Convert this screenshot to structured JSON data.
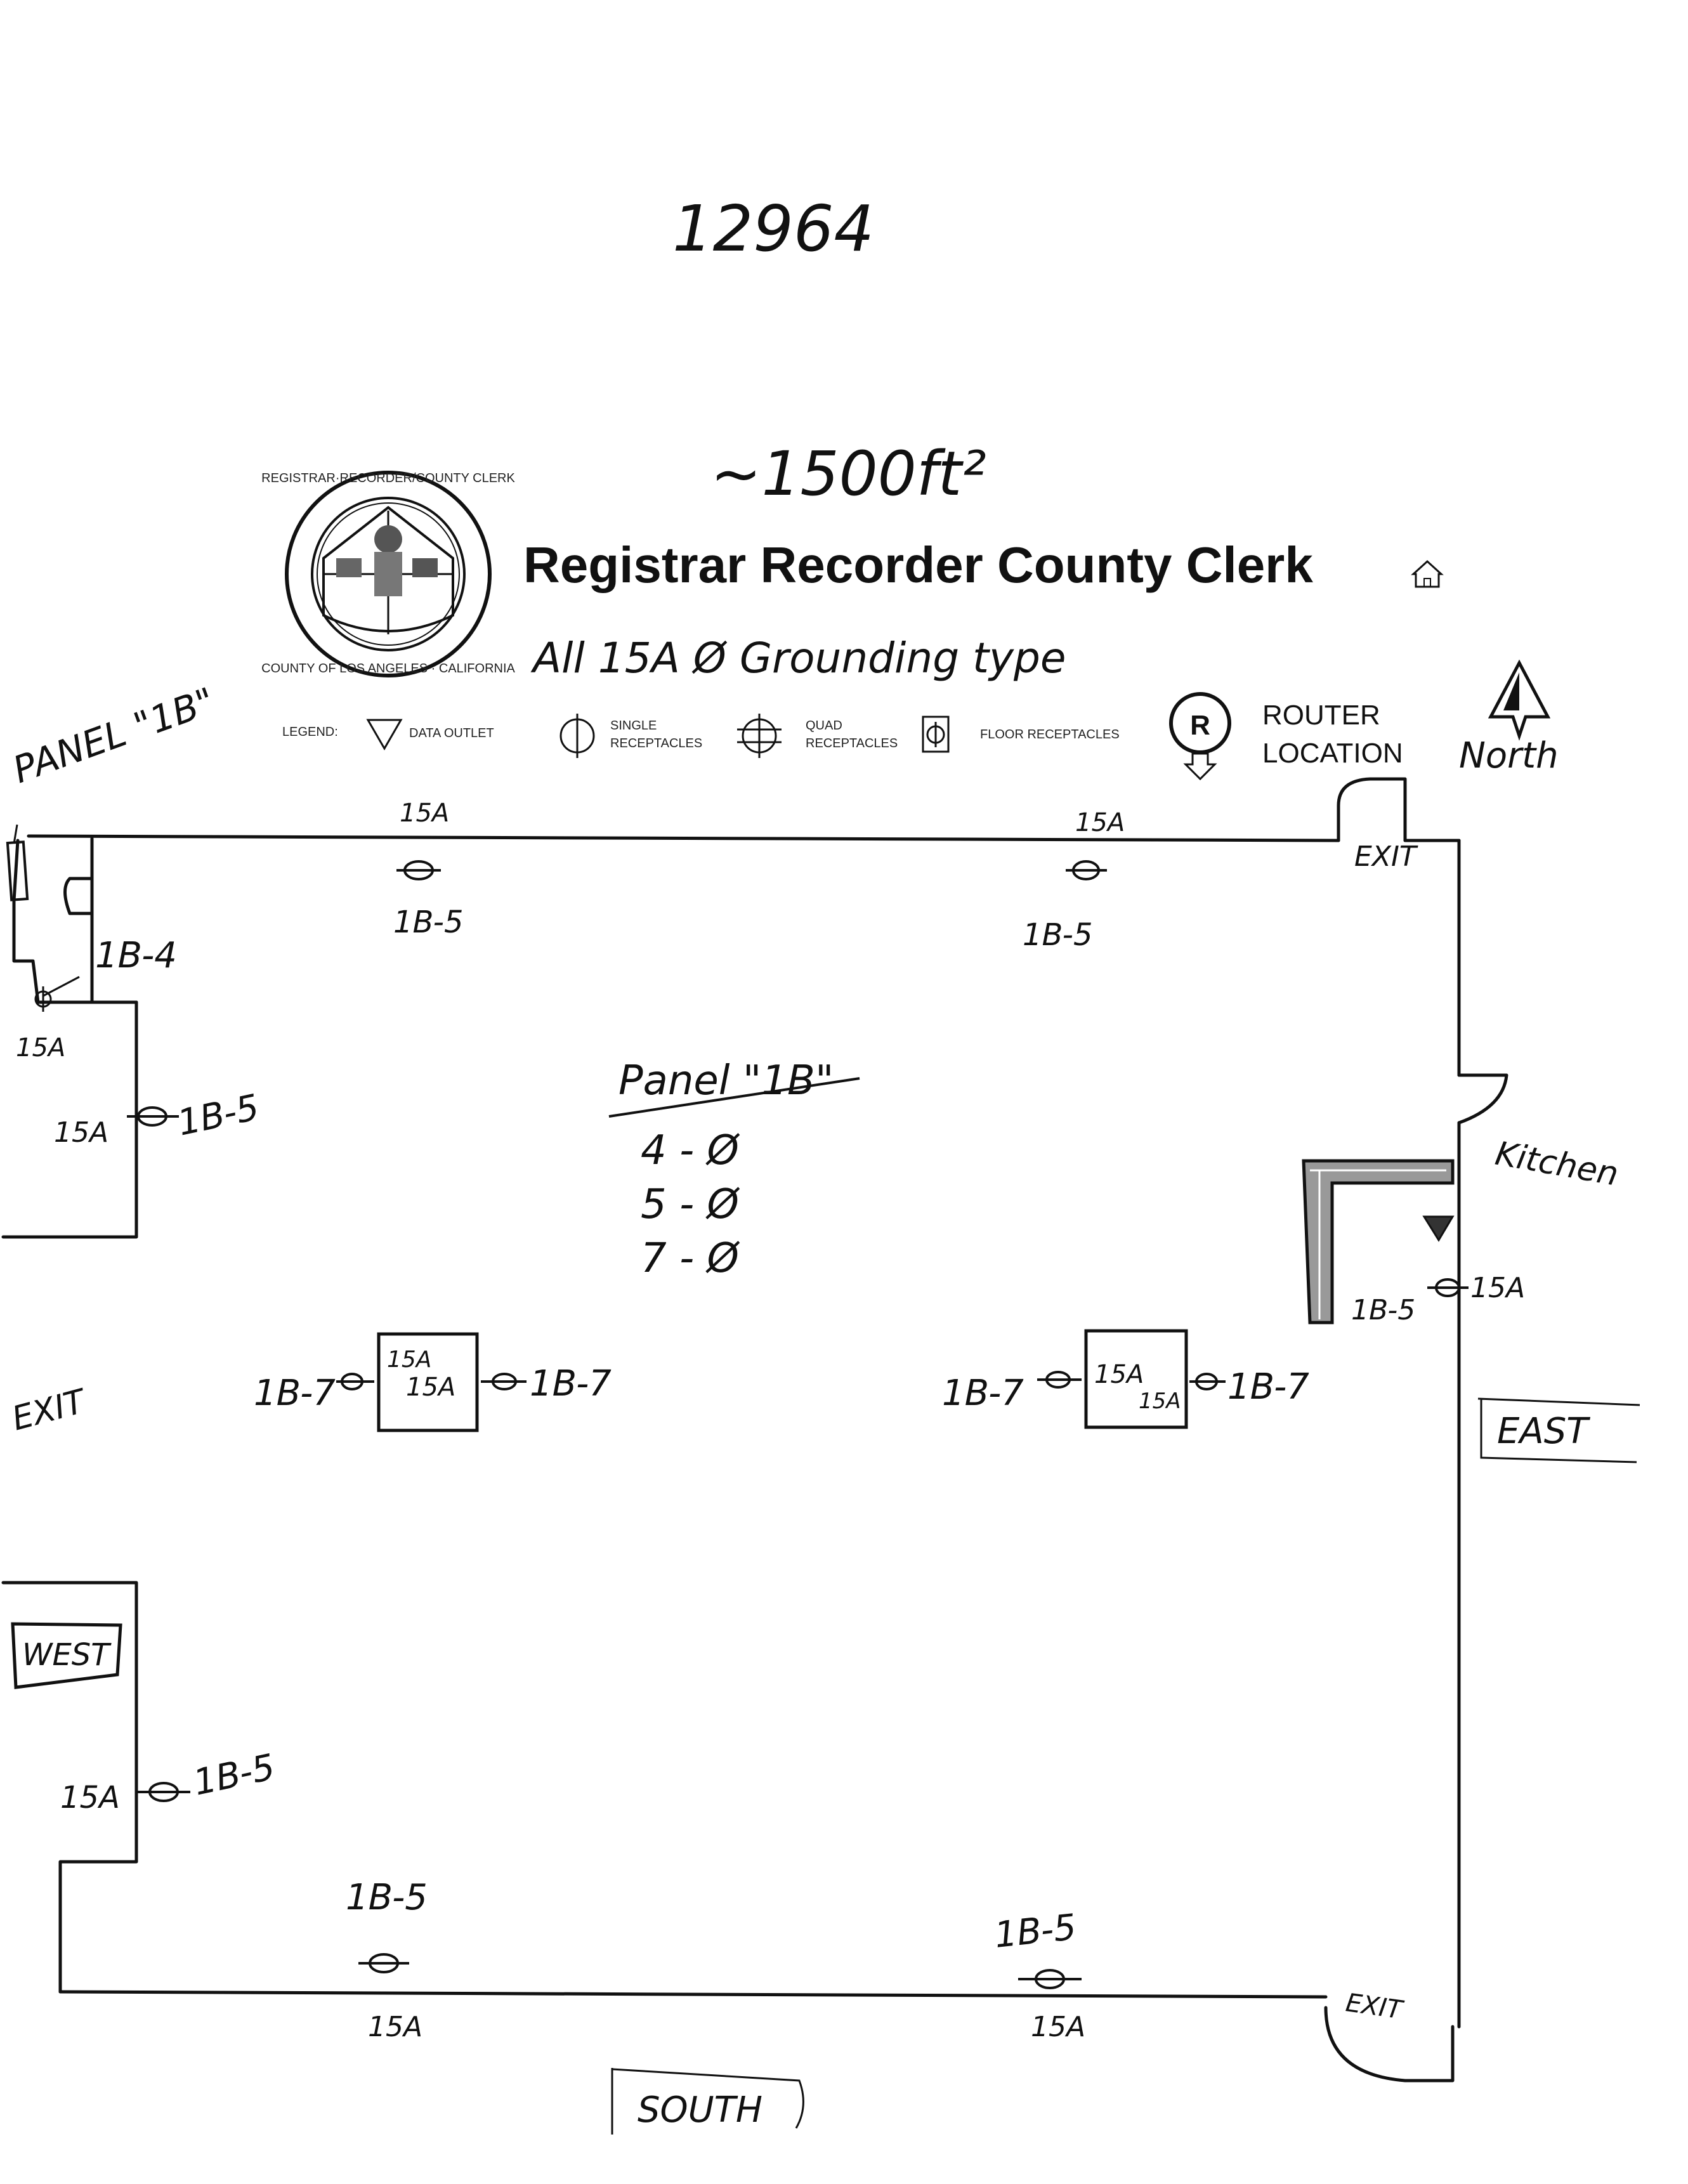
{
  "header": {
    "doc_number": "12964",
    "area": "~1500ft²",
    "title": "Registrar Recorder County Clerk",
    "home_icon": "home-icon",
    "seal_text_top": "REGISTRAR·RECORDER/COUNTY CLERK",
    "seal_text_bottom": "COUNTY OF LOS ANGELES · CALIFORNIA",
    "note": "All 15A Ø Grounding type"
  },
  "legend": {
    "prefix": "LEGEND:",
    "data_outlet": "DATA OUTLET",
    "single_1": "SINGLE",
    "single_2": "RECEPTACLES",
    "quad_1": "QUAD",
    "quad_2": "RECEPTACLES",
    "floor": "FLOOR RECEPTACLES",
    "router_letter": "R",
    "router_1": "ROUTER",
    "router_2": "LOCATION"
  },
  "compass": {
    "north": "North",
    "east": "EAST",
    "west": "WEST",
    "south": "SOUTH"
  },
  "panel": {
    "label": "PANEL \"1B\"",
    "circuit_label": "1B-4",
    "amp": "15A",
    "schedule_title": "Panel \"1B\"",
    "schedule": [
      "4 - Ø",
      "5 - Ø",
      "7 - Ø"
    ]
  },
  "rooms": {
    "kitchen": "Kitchen",
    "exit": "EXIT"
  },
  "outlets": {
    "top_left_amp": "15A",
    "top_left_circuit": "1B-5",
    "top_right_amp": "15A",
    "top_right_circuit": "1B-5",
    "west_upper_amp": "15A",
    "west_upper_circuit": "1B-5",
    "west_lower_amp": "15A",
    "west_lower_circuit": "1B-5",
    "kitchen_circuit": "1B-5",
    "kitchen_amp": "15A",
    "bottom_left_circuit": "1B-5",
    "bottom_left_amp": "15A",
    "bottom_right_circuit": "1B-5",
    "bottom_right_amp": "15A",
    "col_left_l": "1B-7",
    "col_left_r": "1B-7",
    "col_left_a1": "15A",
    "col_left_a2": "15A",
    "col_right_l": "1B-7",
    "col_right_r": "1B-7",
    "col_right_a1": "15A",
    "col_right_a2": "15A"
  }
}
